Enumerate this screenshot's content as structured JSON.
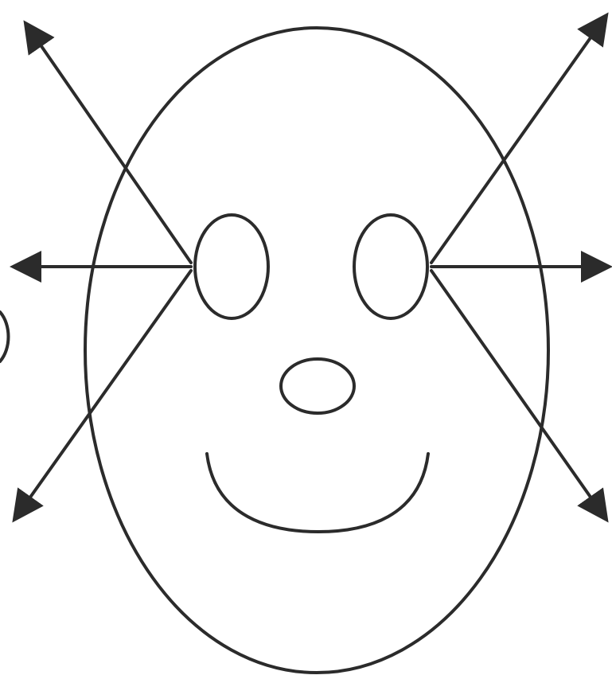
{
  "diagram": {
    "stroke_color": "#2b2b2b",
    "background_color": "#ffffff",
    "parts": [
      "face-outline",
      "left-eye",
      "right-eye",
      "nose",
      "mouth"
    ],
    "arrows": {
      "left_eye": [
        "up-left",
        "left",
        "down-left"
      ],
      "right_eye": [
        "up-right",
        "right",
        "down-right"
      ]
    }
  }
}
